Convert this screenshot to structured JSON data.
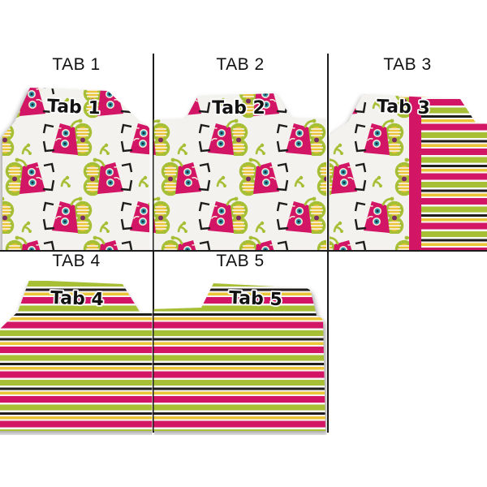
{
  "grid": {
    "rows": 2,
    "columns": 3,
    "line_color": "#1c1c1c"
  },
  "cells": [
    {
      "label": "TAB 1",
      "tab_text": "Tab 1",
      "tab_position": "left",
      "pattern": "pink-monsters"
    },
    {
      "label": "TAB 2",
      "tab_text": "Tab 2",
      "tab_position": "center",
      "pattern": "pink-monsters"
    },
    {
      "label": "TAB 3",
      "tab_text": "Tab 3",
      "tab_position": "right",
      "pattern": "pink-monsters-with-stripes"
    },
    {
      "label": "TAB 4",
      "tab_text": "Tab 4",
      "tab_position": "left",
      "pattern": "stripes"
    },
    {
      "label": "TAB 5",
      "tab_text": "Tab 5",
      "tab_position": "center",
      "pattern": "stripes"
    }
  ],
  "colors": {
    "magenta": "#d31566",
    "green": "#a6bf35",
    "yellow": "#ecc437",
    "stripe_black": "#201d1d",
    "off_white": "#f3f2ee",
    "teal_eye": "#2f93ab",
    "purple_dot": "#7c2f63",
    "label_text": "#111111"
  }
}
